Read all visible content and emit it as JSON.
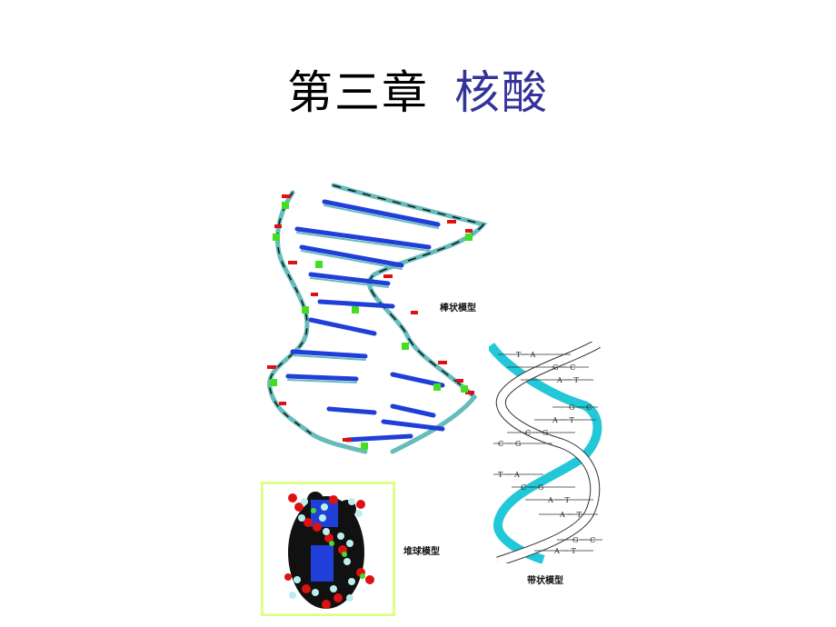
{
  "slide": {
    "title_prefix": "第三章",
    "title_subject": "核酸",
    "colors": {
      "background": "#ffffff",
      "title_prefix": "#000000",
      "title_subject": "#333399",
      "atom_carbon": "#66bbbb",
      "atom_nitrogen": "#1f3fd8",
      "atom_oxygen": "#dd1111",
      "atom_phosphorus": "#44dd22",
      "atom_dark": "#111111",
      "ribbon_cyan": "#22c8d8",
      "frame_green": "#ccff33"
    }
  },
  "figures": {
    "stick_model": {
      "caption": "棒状模型"
    },
    "space_filling_model": {
      "caption": "堆球模型"
    },
    "ribbon_model": {
      "caption": "带状模型",
      "base_pairs": [
        {
          "left": "T",
          "right": "A"
        },
        {
          "left": "G",
          "right": "C"
        },
        {
          "left": "A",
          "right": "T"
        },
        {
          "left": "G",
          "right": "C"
        },
        {
          "left": "A",
          "right": "T"
        },
        {
          "left": "C",
          "right": "G"
        },
        {
          "left": "C",
          "right": "G"
        },
        {
          "left": "T",
          "right": "A"
        },
        {
          "left": "C",
          "right": "G"
        },
        {
          "left": "A",
          "right": "T"
        },
        {
          "left": "A",
          "right": "T"
        },
        {
          "left": "G",
          "right": "C"
        },
        {
          "left": "A",
          "right": "T"
        }
      ]
    }
  }
}
